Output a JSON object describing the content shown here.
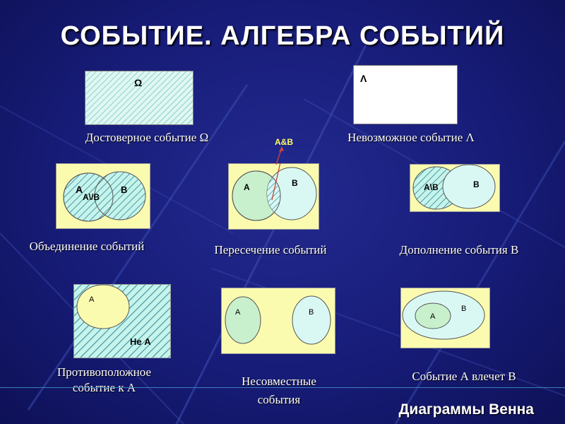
{
  "slide": {
    "title": "СОБЫТИЕ. АЛГЕБРА СОБЫТИЙ",
    "footer": "Диаграммы Венна",
    "colors": {
      "background": "#171c78",
      "box_fill": "#fbfbb0",
      "circle_fill": "#c6f4ea",
      "circle_fill_light": "#d9f8f4",
      "circle_a_yellow": "#fbfbb0",
      "hatch": "#3a90a4",
      "annotation": "#ffff66"
    },
    "diagrams": {
      "certain": {
        "caption": "Достоверное событие Ω",
        "label": "Ω"
      },
      "impossible": {
        "caption": "Невозможное событие Λ",
        "label": "Λ"
      },
      "union": {
        "caption": "Объединение событий",
        "label_a": "A",
        "label_b": "B",
        "label_union": "A\\/B"
      },
      "intersection": {
        "caption": "Пересечение событий",
        "label_a": "A",
        "label_b": "B",
        "annotation": "A&B"
      },
      "difference": {
        "caption": "Дополнение события В",
        "label_diff": "A\\B",
        "label_b": "B"
      },
      "complement": {
        "caption_line1": "Противоположное",
        "caption_line2": "событие к А",
        "label_a": "A",
        "label_not_a": "Не А"
      },
      "disjoint": {
        "caption_line1": "Несовместные",
        "caption_line2": "события",
        "label_a": "A",
        "label_b": "B"
      },
      "implication": {
        "caption": "Событие А влечет В",
        "label_a": "A",
        "label_b": "B"
      }
    }
  }
}
